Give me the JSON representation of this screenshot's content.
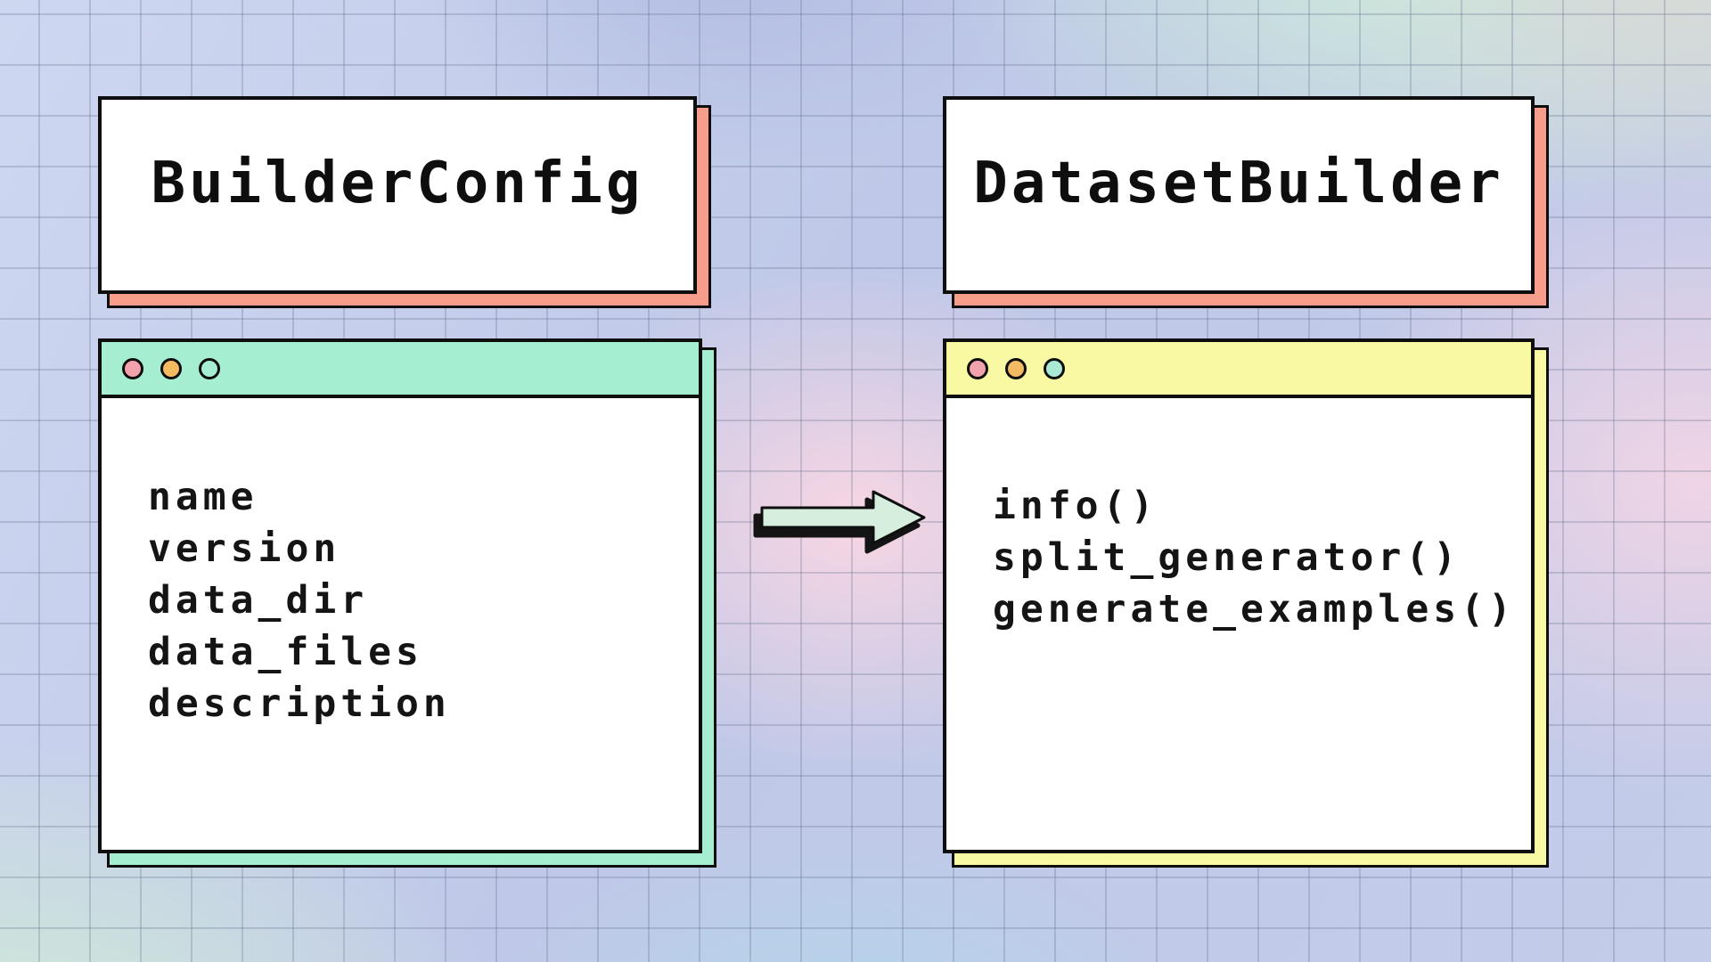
{
  "palette": {
    "outline": "#0e0e0e",
    "card_bg": "#ffffff",
    "title_shadow_salmon": "#f99d8b",
    "left_header_mint": "#a5eed2",
    "right_header_yellow": "#f8f9a2",
    "dot_pink": "#f2a2ad",
    "dot_orange": "#f4ba62",
    "dot_mint": "#abe9d6",
    "arrow_fill": "#d6eedd",
    "arrow_shadow": "#141414"
  },
  "class_cards": {
    "left": {
      "title": "BuilderConfig"
    },
    "right": {
      "title": "DatasetBuilder"
    }
  },
  "windows": {
    "left": {
      "dots": [
        "#f2a2ad",
        "#f4ba62",
        "#a5eed2"
      ],
      "lines": [
        "name",
        "version",
        "data_dir",
        "data_files",
        "description"
      ]
    },
    "right": {
      "dots": [
        "#f2a2ad",
        "#f4ba62",
        "#abe9d6"
      ],
      "lines": [
        "info()",
        "split_generator()",
        "generate_examples()"
      ]
    }
  },
  "arrow": {
    "direction": "right"
  }
}
